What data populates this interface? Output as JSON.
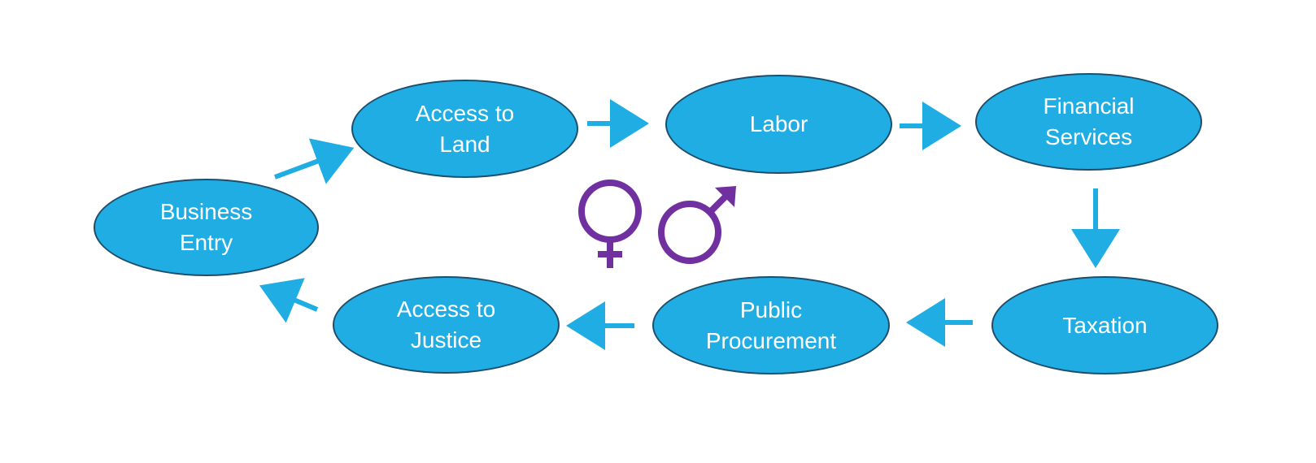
{
  "colors": {
    "node_fill": "#1fade4",
    "node_border": "#1e4e6b",
    "node_text": "#ffffff",
    "arrow": "#1fade4",
    "gender_symbols": "#7030a0"
  },
  "nodes": {
    "business_entry": "Business\nEntry",
    "access_to_land": "Access to\nLand",
    "labor": "Labor",
    "financial_services": "Financial\nServices",
    "taxation": "Taxation",
    "public_procurement": "Public\nProcurement",
    "access_to_justice": "Access to\nJustice"
  },
  "flow": [
    "business_entry",
    "access_to_land",
    "labor",
    "financial_services",
    "taxation",
    "public_procurement",
    "access_to_justice",
    "business_entry"
  ],
  "icons": {
    "center": [
      "female-symbol-icon",
      "male-symbol-icon"
    ]
  }
}
